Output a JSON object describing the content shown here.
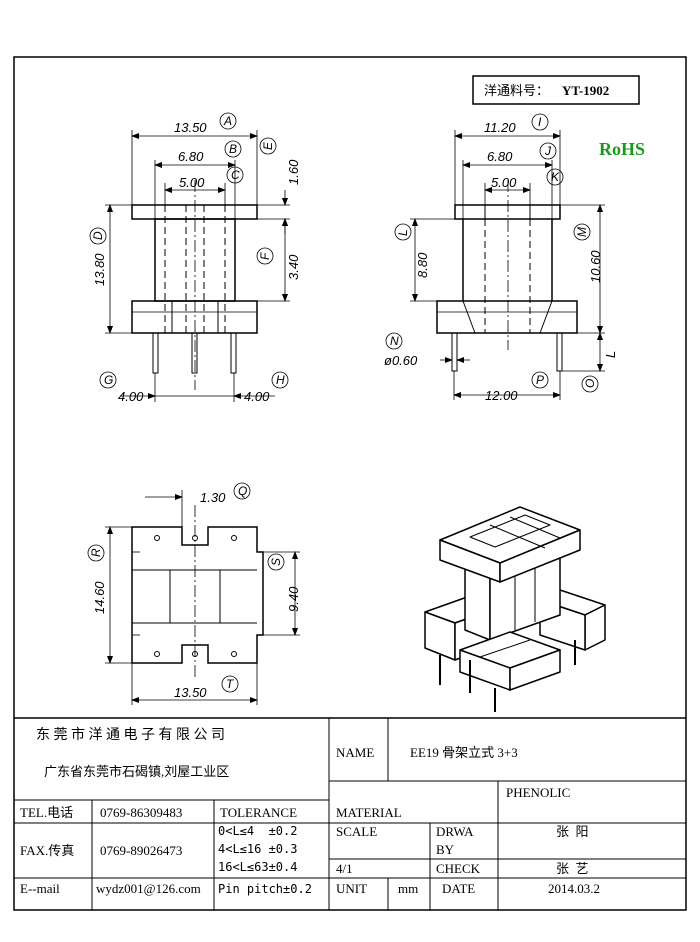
{
  "part_no": {
    "label": "洋通料号：",
    "value": "YT-1902"
  },
  "rohs": "RoHS",
  "rohs_color": "#1a9a1a",
  "front_view": {
    "dims": {
      "d13_50": "13.50",
      "d6_80": "6.80",
      "d5_00": "5.00",
      "d1_60": "1.60",
      "d13_80": "13.80",
      "d3_40": "3.40",
      "d4_00_left": "4.00",
      "d4_00_right": "4.00"
    },
    "markers": {
      "A": "A",
      "B": "B",
      "C": "C",
      "E": "E",
      "D": "D",
      "F": "F",
      "G": "G",
      "H": "H"
    }
  },
  "side_view": {
    "dims": {
      "d11_20": "11.20",
      "d6_80": "6.80",
      "d5_00": "5.00",
      "d8_80": "8.80",
      "d10_60": "10.60",
      "d0_60": "ø0.60",
      "d12_00": "12.00",
      "dL": "L"
    },
    "markers": {
      "I": "I",
      "J": "J",
      "K": "K",
      "L": "L",
      "M": "M",
      "N": "N",
      "O": "O",
      "P": "P"
    }
  },
  "bottom_view": {
    "dims": {
      "d1_30": "1.30",
      "d14_60": "14.60",
      "d9_40": "9.40",
      "d13_50": "13.50"
    },
    "markers": {
      "Q": "Q",
      "R": "R",
      "S": "S",
      "T": "T"
    }
  },
  "title_block": {
    "company": "东 莞 市 洋 通 电 子 有 限 公 司",
    "address": "广东省东莞市石碣镇,刘屋工业区",
    "name_label": "NAME",
    "name_value": "EE19 骨架立式 3+3",
    "tel_label": "TEL.电话",
    "tel_value": "0769-86309483",
    "tolerance_label": "TOLERANCE",
    "material_label": "MATERIAL",
    "material_value": "PHENOLIC",
    "fax_label": "FAX.传真",
    "fax_value": "0769-89026473",
    "tol1": "0<L≤4  ±0.2",
    "tol2": "4<L≤16 ±0.3",
    "tol3": "16<L≤63±0.4",
    "tol4": "Pin pitch±0.2",
    "scale_label": "SCALE",
    "scale_value": "4/1",
    "drwaby_label1": "DRWA",
    "drwaby_label2": "BY",
    "drwaby_value": "张  阳",
    "check_label": "CHECK",
    "check_value": "张  艺",
    "email_label": "E--mail",
    "email_value": "wydz001@126.com",
    "unit_label": "UNIT",
    "unit_value": "mm",
    "date_label": "DATE",
    "date_value": "2014.03.2"
  }
}
